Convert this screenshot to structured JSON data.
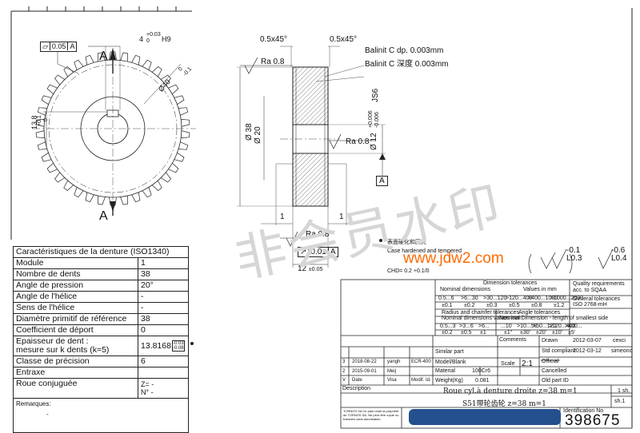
{
  "drawing": {
    "flatness_box": {
      "symbol": "⏥",
      "value": "0.05",
      "datum": "A"
    },
    "keyway_width": {
      "nominal": "4",
      "upper": "+0.03",
      "lower": "0",
      "fit": "H9"
    },
    "keyway_depth": {
      "nominal": "13.8",
      "upper": "+0.1",
      "lower": "0"
    },
    "tip_diameter": {
      "nominal": "Ø40",
      "upper": "0",
      "lower": "-0.1"
    },
    "section_label_a": "A",
    "chamfer_left": "0.5x45°",
    "chamfer_right": "0.5x45°",
    "coating_1": "Balinit C dp. 0.003mm",
    "coating_2": "Balinit C 深度 0.003mm",
    "ra_top": "Ra 0.8",
    "ra_mid": "Ra 0.8",
    "ra_bottom": "Ra 0.8",
    "dia_38": "Ø 38",
    "dia_20": "Ø 20",
    "bore_dia": "Ø 12",
    "bore_tol_upper": "+0.006",
    "bore_tol_lower": "-0.006",
    "bore_fit": "JS6",
    "datum_a_box": "A",
    "dim_1_a": "1",
    "dim_1_b": "1",
    "runout_box": {
      "symbol": "↗",
      "value": "0.01",
      "datum": "A"
    },
    "width_dim": "12",
    "width_tol": "±0.05",
    "note_heat": "表面硬化和回火",
    "note_case": "Case hardened and tempered",
    "note_chd": "CHD= 0.2 +0.1/0",
    "roughness_general": {
      "a1": "-0.1",
      "b1": "L0.3",
      "a2": "-0.6",
      "b2": "L0.4"
    }
  },
  "char_table": {
    "title": "Caractéristiques de la denture (ISO1340)",
    "rows": [
      {
        "label": "Module",
        "value": "1"
      },
      {
        "label": "Nombre de dents",
        "value": "38"
      },
      {
        "label": "Angle de pression",
        "value": "20°"
      },
      {
        "label": "Angle de l'hélice",
        "value": "-"
      },
      {
        "label": "Sens de l'hélice",
        "value": "-"
      },
      {
        "label": "Diamètre primitif de référence",
        "value": "38"
      },
      {
        "label": "Coefficient de déport",
        "value": "0"
      }
    ],
    "thickness_label_1": "Epaisseur de dent :",
    "thickness_label_2": "mesure sur k dents (k=5)",
    "thickness_value": "13.8168",
    "thickness_tol_u": "-0.03",
    "thickness_tol_l": "-0.08",
    "precision_label": "Classe de précision",
    "precision_value": "6",
    "entraxe_label": "Entraxe",
    "mating_label": "Roue conjuguée",
    "mating_z": "Z= -",
    "mating_n": "N° -",
    "remarks_label": "Remarques:",
    "remarks_value": "-"
  },
  "title_block": {
    "tol_header": "Dimension tolerances",
    "tol_nominal": "Nominal dimensions",
    "tol_values": "Values in mm",
    "ranges": [
      "0.5...6",
      ">6...30",
      ">30...120",
      ">120...400",
      ">400...1000",
      ">1000...2000"
    ],
    "tol_vals": [
      "±0.1",
      "±0.2",
      "±0.3",
      "±0.5",
      "±0.8",
      "±1.2"
    ],
    "radius_header": "Radius and chamfer tolerances",
    "radius_sub": "Nominal dimensions values mm",
    "radius_ranges": [
      "0.5...3",
      ">3...6",
      ">6..."
    ],
    "radius_vals": [
      "±0.2",
      "±0.5",
      "±1"
    ],
    "angle_header": "Angle tolerances",
    "angle_sub": "Nominal Dimension - length of smallest side",
    "angle_ranges": [
      "...10",
      ">10...50",
      ">50...120",
      ">120...400",
      ">400..."
    ],
    "angle_vals": [
      "±1°",
      "±30'",
      "±20'",
      "±10'",
      "±5'"
    ],
    "quality_header": "Quality requirements",
    "quality_val": "acc. to SQAA",
    "general_tol": "General tolerances",
    "general_tol_val": "ISO 2768-mH",
    "comments": "Comments",
    "drawn": "Drawn",
    "drawn_date": "2012-03-07",
    "drawn_by": "cexci",
    "std_compliant": "Std compliant",
    "std_date": "2012-03-12",
    "std_by": "simeonc",
    "official": "Official",
    "cancelled": "Cancelled",
    "old_part": "Old part ID",
    "similar_part": "Similar part",
    "model_blank": "Model/Blank",
    "material": "Material",
    "material_val": "100Cr6",
    "weight": "Weight(Kg)",
    "weight_val": "0.081",
    "scale": "Scale",
    "scale_val": "2:1",
    "rev_rows": [
      {
        "rev": "3",
        "date": "2018-08-22",
        "by": "yangh",
        "ecr": "ECR-400"
      },
      {
        "rev": "2",
        "date": "2015-09-01",
        "by": "Meij",
        "ecr": ""
      },
      {
        "rev": "V",
        "date": "Date",
        "by": "Visa",
        "ecr": "Modif. Id."
      }
    ],
    "description_label": "Description",
    "desc_fr": "Roue cyl.à denture droite z=38 m=1",
    "desc_cn": "S51带轮齿轮 z=38 m=1",
    "sheet_label": "1 sh.",
    "sheet_num": "sh.1",
    "ident_label": "Identification No",
    "ident_value": "398675",
    "legal": "TORNOS SA  Ce plan reste la propriété de TORNOS SA. Ne peut être copié ou transmis sans autorisation.",
    "website": "www.jdw2.com",
    "cn_watermark": "非会员水印"
  }
}
